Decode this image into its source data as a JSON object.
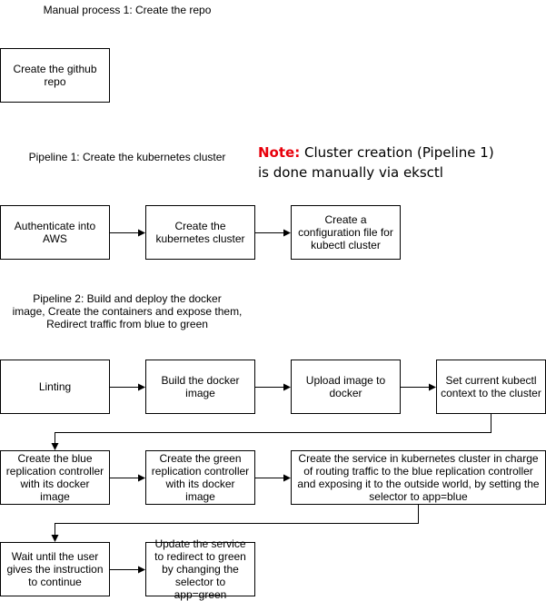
{
  "sections": {
    "manual": {
      "title": "Manual process 1:  Create the repo"
    },
    "pipeline1": {
      "title": "Pipeline 1:  Create the kubernetes cluster"
    },
    "pipeline2": {
      "title_lines": [
        "Pipeline 2:  Build and deploy the docker",
        "image,  Create the containers and expose them,",
        "Redirect traffic from blue to green"
      ]
    }
  },
  "note": {
    "label": "Note:",
    "text_line1": " Cluster creation (Pipeline 1)",
    "text_line2": "is done manually via eksctl"
  },
  "boxes": {
    "create_repo": "Create the github repo",
    "authenticate": "Authenticate into AWS",
    "create_cluster": "Create the kubernetes cluster",
    "create_config": "Create a configuration file for kubectl cluster",
    "linting": "Linting",
    "build_image": "Build the docker image",
    "upload_image": "Upload image to docker",
    "set_context": "Set current kubectl context to the cluster",
    "blue_rc": "Create the blue replication controller with its docker image",
    "green_rc": "Create the green replication controller with its docker image",
    "create_service": "Create the service in kubernetes cluster in charge of routing traffic to the blue replication controller and exposing it to the outside world, by setting the selector to app=blue",
    "wait_user": "Wait until the user gives the instruction to continue",
    "update_service": "Update the service to redirect to green by changing the selector to app=green"
  },
  "colors": {
    "note_label": "#e8000b",
    "stroke": "#000000"
  }
}
